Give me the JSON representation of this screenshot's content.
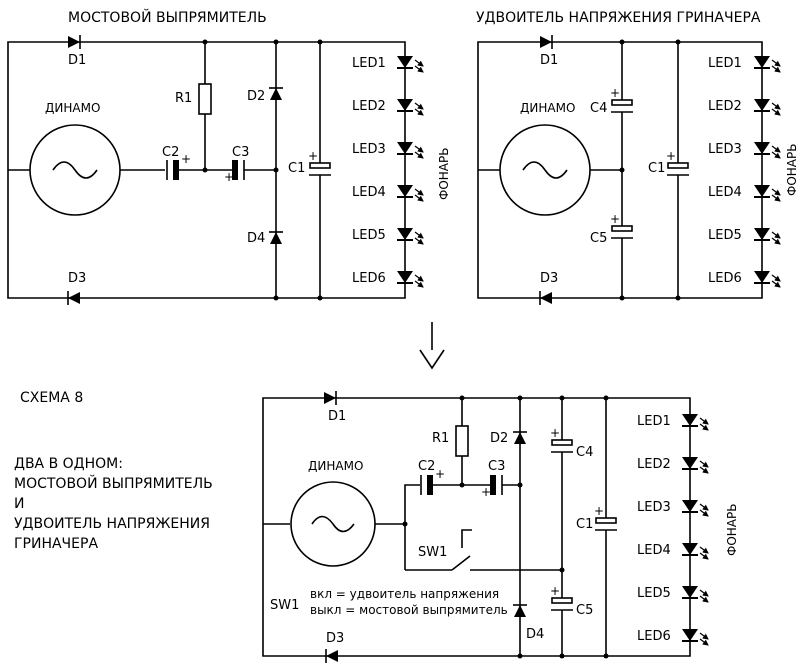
{
  "titles": {
    "bridge": "МОСТОВОЙ ВЫПРЯМИТЕЛЬ",
    "doubler": "УДВОИТЕЛЬ НАПРЯЖЕНИЯ ГРИНАЧЕРА"
  },
  "scheme": {
    "title": "СХЕМА 8",
    "description_lines": [
      "ДВА В ОДНОМ:",
      "МОСТОВОЙ ВЫПРЯМИТЕЛЬ",
      "И",
      "УДВОИТЕЛЬ НАПРЯЖЕНИЯ",
      "ГРИНАЧЕРА"
    ]
  },
  "labels": {
    "dynamo": "ДИНАМО",
    "lamp": "ФОНАРЬ",
    "d1": "D1",
    "d2": "D2",
    "d3": "D3",
    "d4": "D4",
    "r1": "R1",
    "c1": "C1",
    "c2": "C2",
    "c3": "C3",
    "c4": "C4",
    "c5": "C5",
    "sw1": "SW1",
    "plus": "+",
    "leds": [
      "LED1",
      "LED2",
      "LED3",
      "LED4",
      "LED5",
      "LED6"
    ]
  },
  "switch_note": {
    "label": "SW1",
    "on": "вкл = удвоитель напряжения",
    "off": "выкл = мостовой выпрямитель"
  },
  "colors": {
    "ink": "#000000",
    "background": "#ffffff"
  }
}
